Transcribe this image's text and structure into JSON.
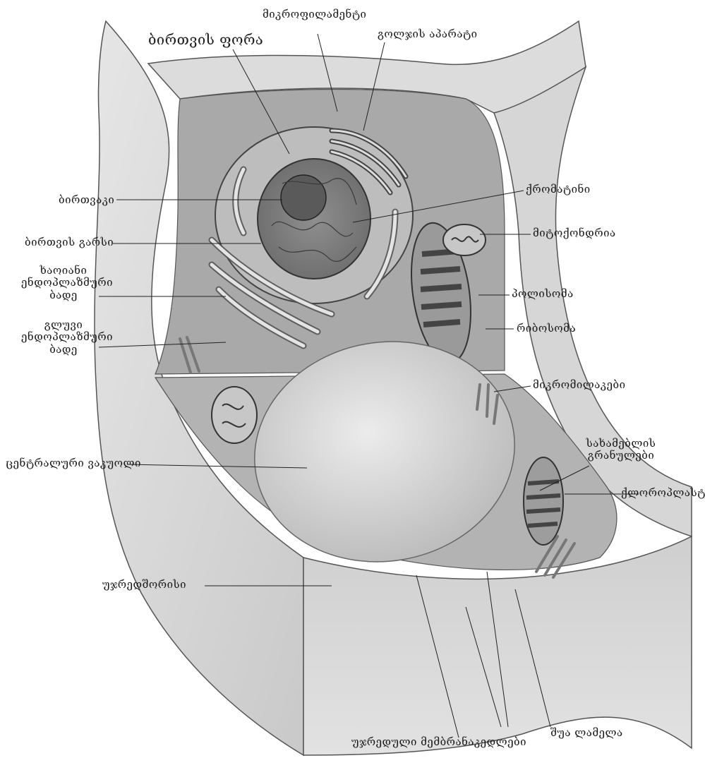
{
  "labels": {
    "microfilaments": "მიკროფილამენტი",
    "nuclear_pore": "ბირთვის ფორა",
    "golgi": "გოლჯის აპარატი",
    "nucleolus": "ბირთვაკი",
    "chromatin": "ქრომატინი",
    "nuclear_envelope": "ბირთვის გარსი",
    "mitochondria": "მიტოქონდრია",
    "rough_er": "ხაოიანი\nენდოპლაზმური\nბადე",
    "polysome": "პოლისომა",
    "smooth_er": "გლუვი\nენდოპლაზმური\nბადე",
    "ribosome": "რიბოსომა",
    "microtubules": "მიკრომილაკები",
    "central_vacuole": "ცენტრალური ვაკუოლი",
    "starch_grains": "სახამებლის\nგრანულები",
    "chloroplast": "ქლოროპლასტი",
    "intercellular_space": "უჯრედშორისი",
    "middle_lamella": "შუა ლამელა",
    "cell_membrane_walls": "უჯრედული მემბრანაკედლები"
  }
}
